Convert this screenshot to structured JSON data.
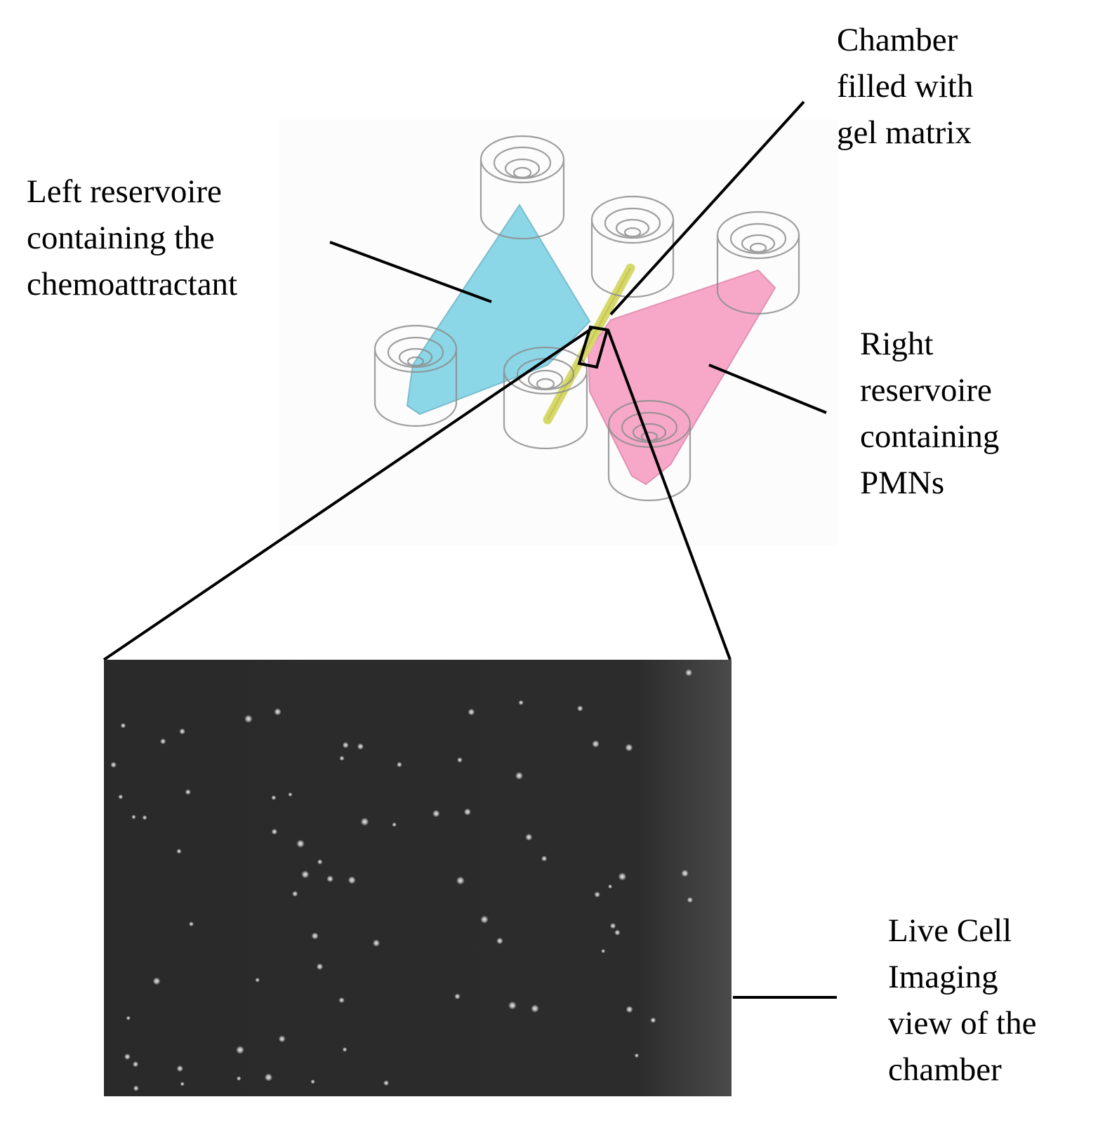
{
  "labels": {
    "chamber": [
      "Chamber",
      "filled  with",
      "gel matrix"
    ],
    "left_reservoir": [
      "Left reservoire",
      "containing the",
      "chemoattractant"
    ],
    "right_reservoir": [
      "Right",
      "reservoire",
      "containing",
      "PMNs"
    ],
    "live_cell": [
      "Live Cell",
      "Imaging",
      "view  of the",
      "chamber"
    ]
  },
  "colors": {
    "left_reservoir_fill": "#7fd3e6",
    "right_reservoir_fill": "#f7a1c4",
    "gel_channel": "#d6d96a",
    "leader_line": "#000000",
    "micrograph_background": "#2a2a2a"
  }
}
